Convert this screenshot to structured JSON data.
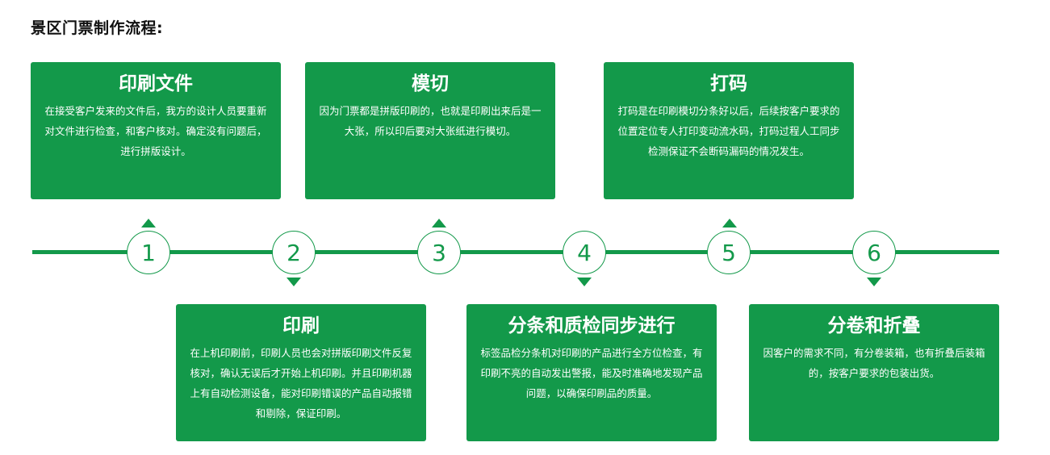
{
  "page": {
    "title": "景区门票制作流程:"
  },
  "colors": {
    "accent": "#13994a",
    "card_text": "#ffffff",
    "title_text": "#111111"
  },
  "steps": [
    {
      "number": "1",
      "title": "印刷文件",
      "description": "在接受客户发来的文件后，我方的设计人员要重新对文件进行检查，和客户核对。确定没有问题后，进行拼版设计。"
    },
    {
      "number": "2",
      "title": "印刷",
      "description": "在上机印刷前，印刷人员也会对拼版印刷文件反复核对，确认无误后才开始上机印刷。并且印刷机器上有自动检测设备，能对印刷错误的产品自动报错和剔除，保证印刷。"
    },
    {
      "number": "3",
      "title": "模切",
      "description": "因为门票都是拼版印刷的，也就是印刷出来后是一大张，所以印后要对大张纸进行模切。"
    },
    {
      "number": "4",
      "title": "分条和质检同步进行",
      "description": "标签品检分条机对印刷的产品进行全方位检查，有印刷不亮的自动发出警报，能及时准确地发现产品问题，以确保印刷品的质量。"
    },
    {
      "number": "5",
      "title": "打码",
      "description": "打码是在印刷模切分条好以后，后续按客户要求的位置定位专人打印变动流水码，打码过程人工同步检测保证不会断码漏码的情况发生。"
    },
    {
      "number": "6",
      "title": "分卷和折叠",
      "description": "因客户的需求不同，有分卷装箱，也有折叠后装箱的，按客户要求的包装出货。"
    }
  ]
}
